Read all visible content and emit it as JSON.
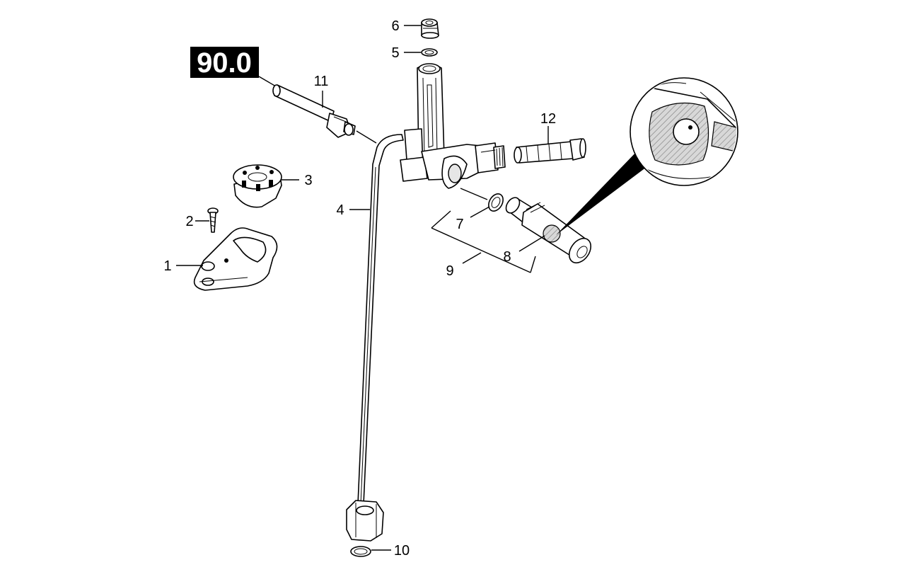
{
  "reference_box": {
    "label": "90.0"
  },
  "callouts": {
    "c1": "1",
    "c2": "2",
    "c3": "3",
    "c4": "4",
    "c5": "5",
    "c6": "6",
    "c7": "7",
    "c8": "8",
    "c9": "9",
    "c10": "10",
    "c11": "11",
    "c12": "12"
  },
  "colors": {
    "ink": "#000000",
    "paper": "#ffffff",
    "shade": "#e6e6e6"
  }
}
